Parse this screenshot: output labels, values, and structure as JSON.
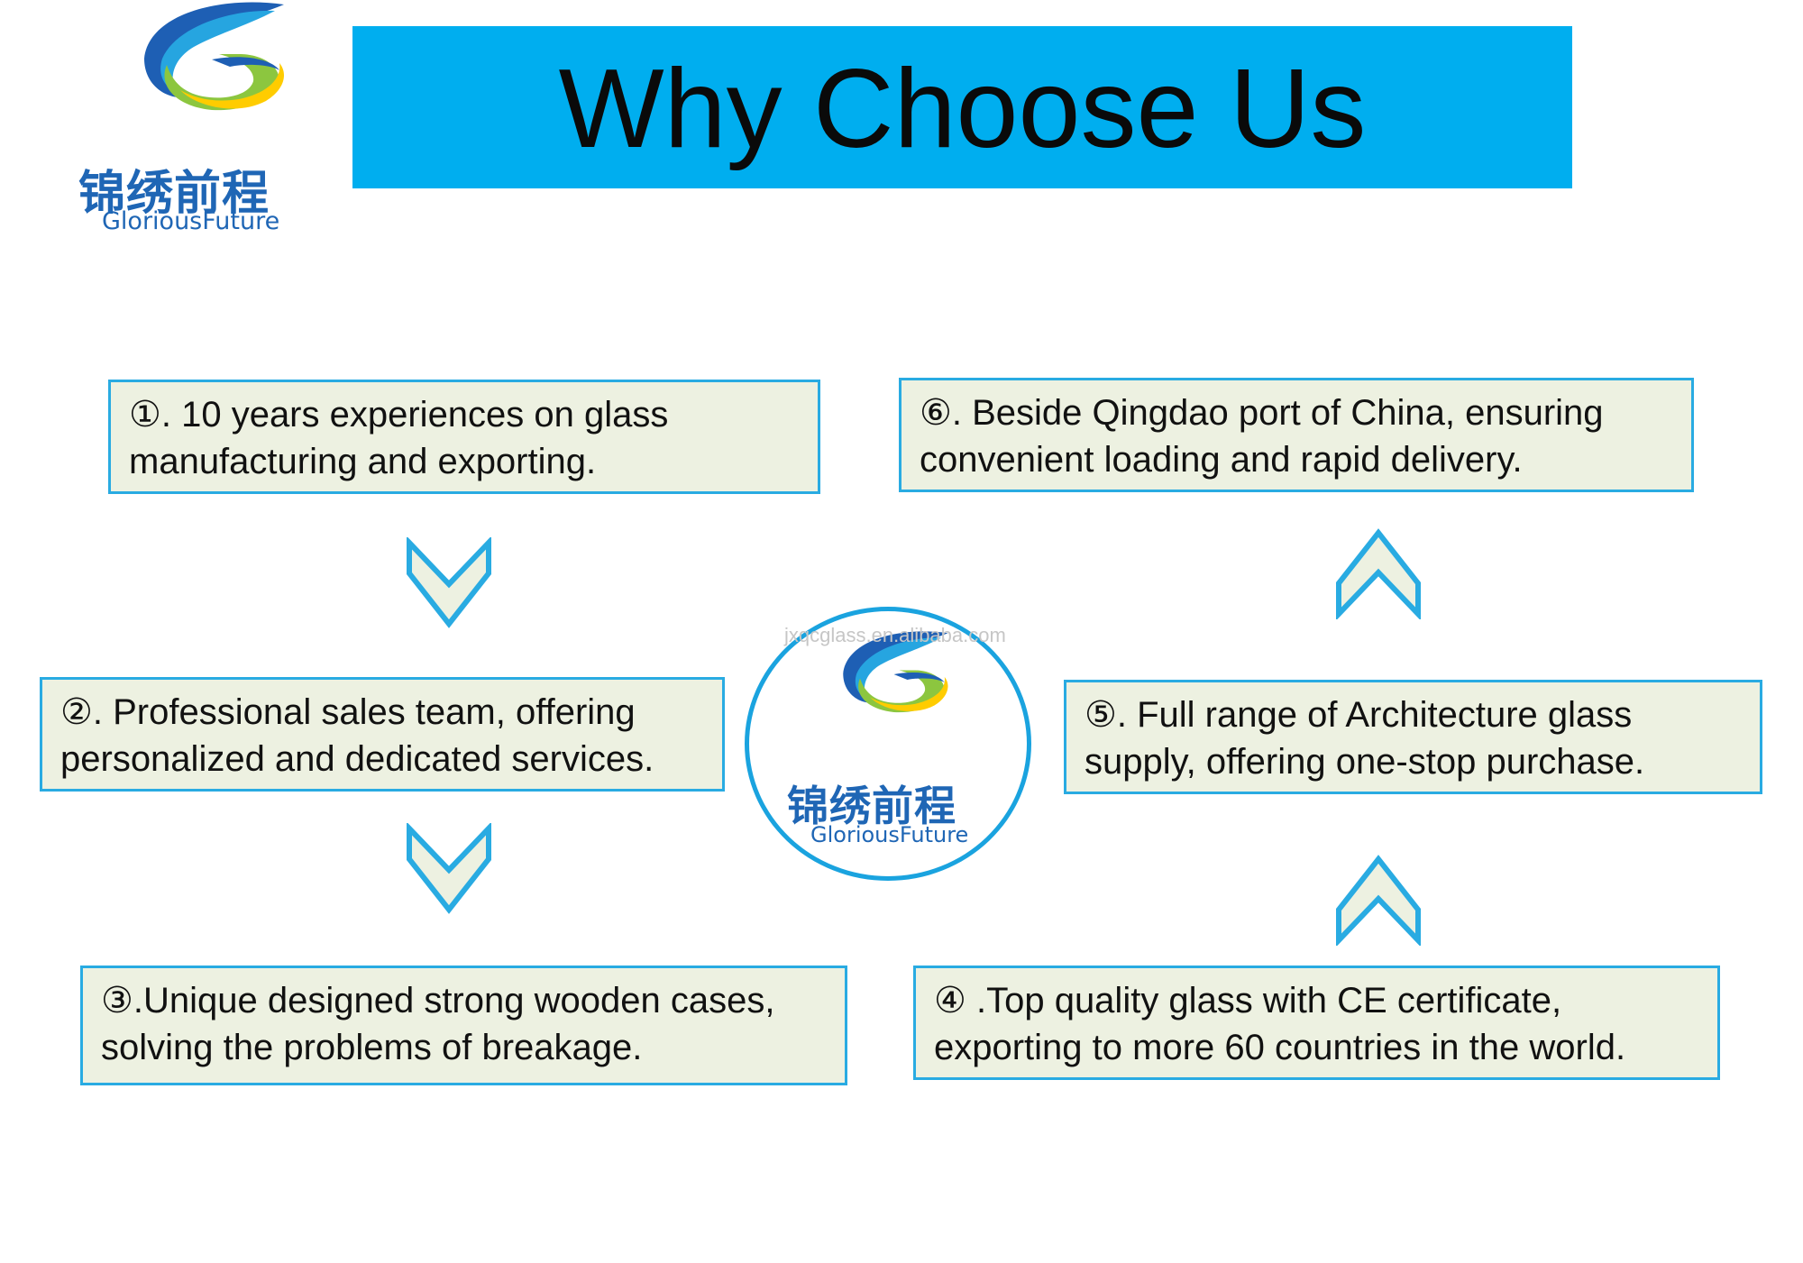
{
  "logo": {
    "chinese_name": "锦绣前程",
    "english_name": "GloriousFuture"
  },
  "title": "Why Choose Us",
  "watermark": "jxqcglass.en.alibaba.com",
  "features": [
    {
      "number": "①",
      "line1": ". 10 years experiences on glass",
      "line2": "manufacturing and exporting."
    },
    {
      "number": "②",
      "line1": ". Professional sales team, offering",
      "line2": "personalized and dedicated services."
    },
    {
      "number": "③",
      "line1": ".Unique designed strong wooden cases,",
      "line2": "solving the problems of breakage."
    },
    {
      "number": "④",
      "line1": " .Top quality glass with CE certificate,",
      "line2": "exporting to more 60 countries in the world."
    },
    {
      "number": "⑤",
      "line1": ". Full range of Architecture glass",
      "line2": "supply, offering one-stop purchase."
    },
    {
      "number": "⑥",
      "line1": ". Beside Qingdao port of China, ensuring",
      "line2": "convenient loading and rapid delivery."
    }
  ],
  "colors": {
    "banner": "#00aeef",
    "box_fill": "#edf1e1",
    "box_border": "#29abe2",
    "logo_blue": "#1f66b5",
    "logo_green": "#8cc63f",
    "logo_yellow": "#ffcc00"
  },
  "icons": [
    "logo-swirl-icon",
    "chevron-down-icon",
    "chevron-up-icon"
  ]
}
